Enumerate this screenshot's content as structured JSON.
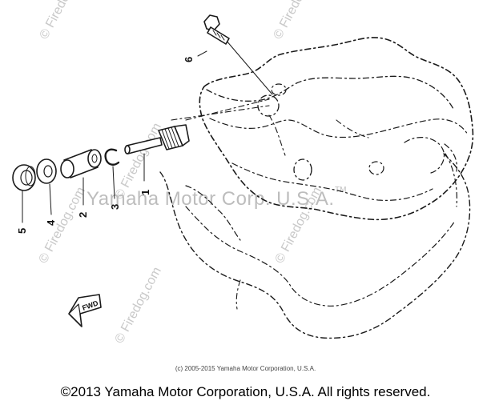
{
  "watermarks": {
    "site": "© Firedog.com",
    "brand": "Yamaha Motor Corp. U.S.A.",
    "tm": "TM"
  },
  "labels": {
    "fwd": "FWD"
  },
  "callouts": [
    {
      "id": "1",
      "label": "1"
    },
    {
      "id": "2",
      "label": "2"
    },
    {
      "id": "3",
      "label": "3"
    },
    {
      "id": "4",
      "label": "4"
    },
    {
      "id": "5",
      "label": "5"
    },
    {
      "id": "6",
      "label": "6"
    }
  ],
  "footer": {
    "small_copyright": "(c) 2005-2015 Yamaha Motor Corporation, U.S.A.",
    "main_copyright": "©2013 Yamaha Motor Corporation, U.S.A. All rights reserved."
  }
}
